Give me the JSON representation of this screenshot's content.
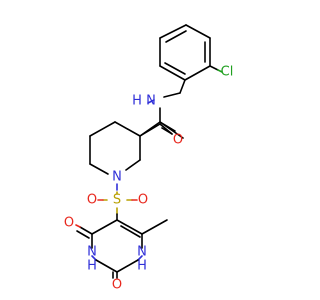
{
  "molecule": {
    "atoms": {
      "cl": "Cl",
      "nh_amide": "N",
      "nh_amide_h": "H",
      "o_amide": "O",
      "n_piperidine": "N",
      "s": "S",
      "o_s1": "O",
      "o_s2": "O",
      "o_ring_top": "O",
      "o_ring_bottom": "O",
      "n_ring_left": "N",
      "n_ring_left_h": "H",
      "n_ring_right": "N",
      "n_ring_right_h": "H"
    },
    "colors": {
      "carbon_bond": "#000000",
      "oxygen": "#e8281e",
      "nitrogen": "#3030d8",
      "chlorine": "#20a020",
      "sulfur": "#b8a000"
    }
  }
}
